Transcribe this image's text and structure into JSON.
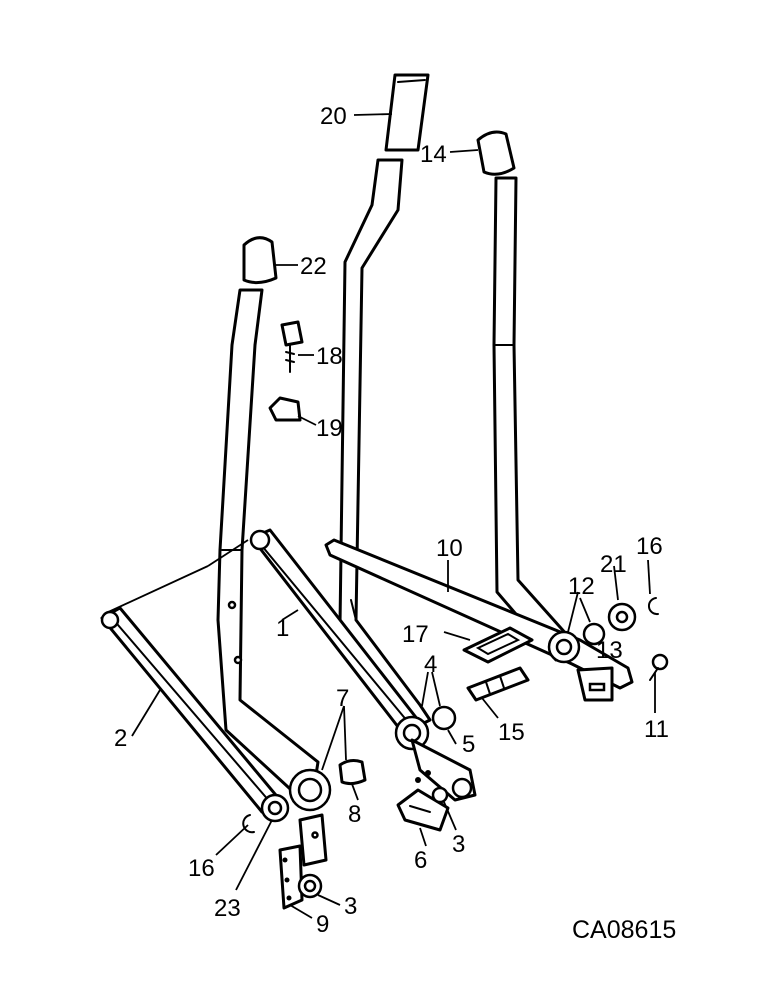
{
  "diagram": {
    "code": "CA08615",
    "callouts": [
      {
        "id": "20",
        "text": "20"
      },
      {
        "id": "14",
        "text": "14"
      },
      {
        "id": "22",
        "text": "22"
      },
      {
        "id": "18",
        "text": "18"
      },
      {
        "id": "19",
        "text": "19"
      },
      {
        "id": "10",
        "text": "10"
      },
      {
        "id": "16a",
        "text": "16"
      },
      {
        "id": "21",
        "text": "21"
      },
      {
        "id": "12",
        "text": "12"
      },
      {
        "id": "13",
        "text": "13"
      },
      {
        "id": "17",
        "text": "17"
      },
      {
        "id": "1",
        "text": "1"
      },
      {
        "id": "4",
        "text": "4"
      },
      {
        "id": "11",
        "text": "11"
      },
      {
        "id": "15",
        "text": "15"
      },
      {
        "id": "5",
        "text": "5"
      },
      {
        "id": "2",
        "text": "2"
      },
      {
        "id": "7",
        "text": "7"
      },
      {
        "id": "8",
        "text": "8"
      },
      {
        "id": "3a",
        "text": "3"
      },
      {
        "id": "6",
        "text": "6"
      },
      {
        "id": "16b",
        "text": "16"
      },
      {
        "id": "23",
        "text": "23"
      },
      {
        "id": "3b",
        "text": "3"
      },
      {
        "id": "9",
        "text": "9"
      }
    ]
  }
}
